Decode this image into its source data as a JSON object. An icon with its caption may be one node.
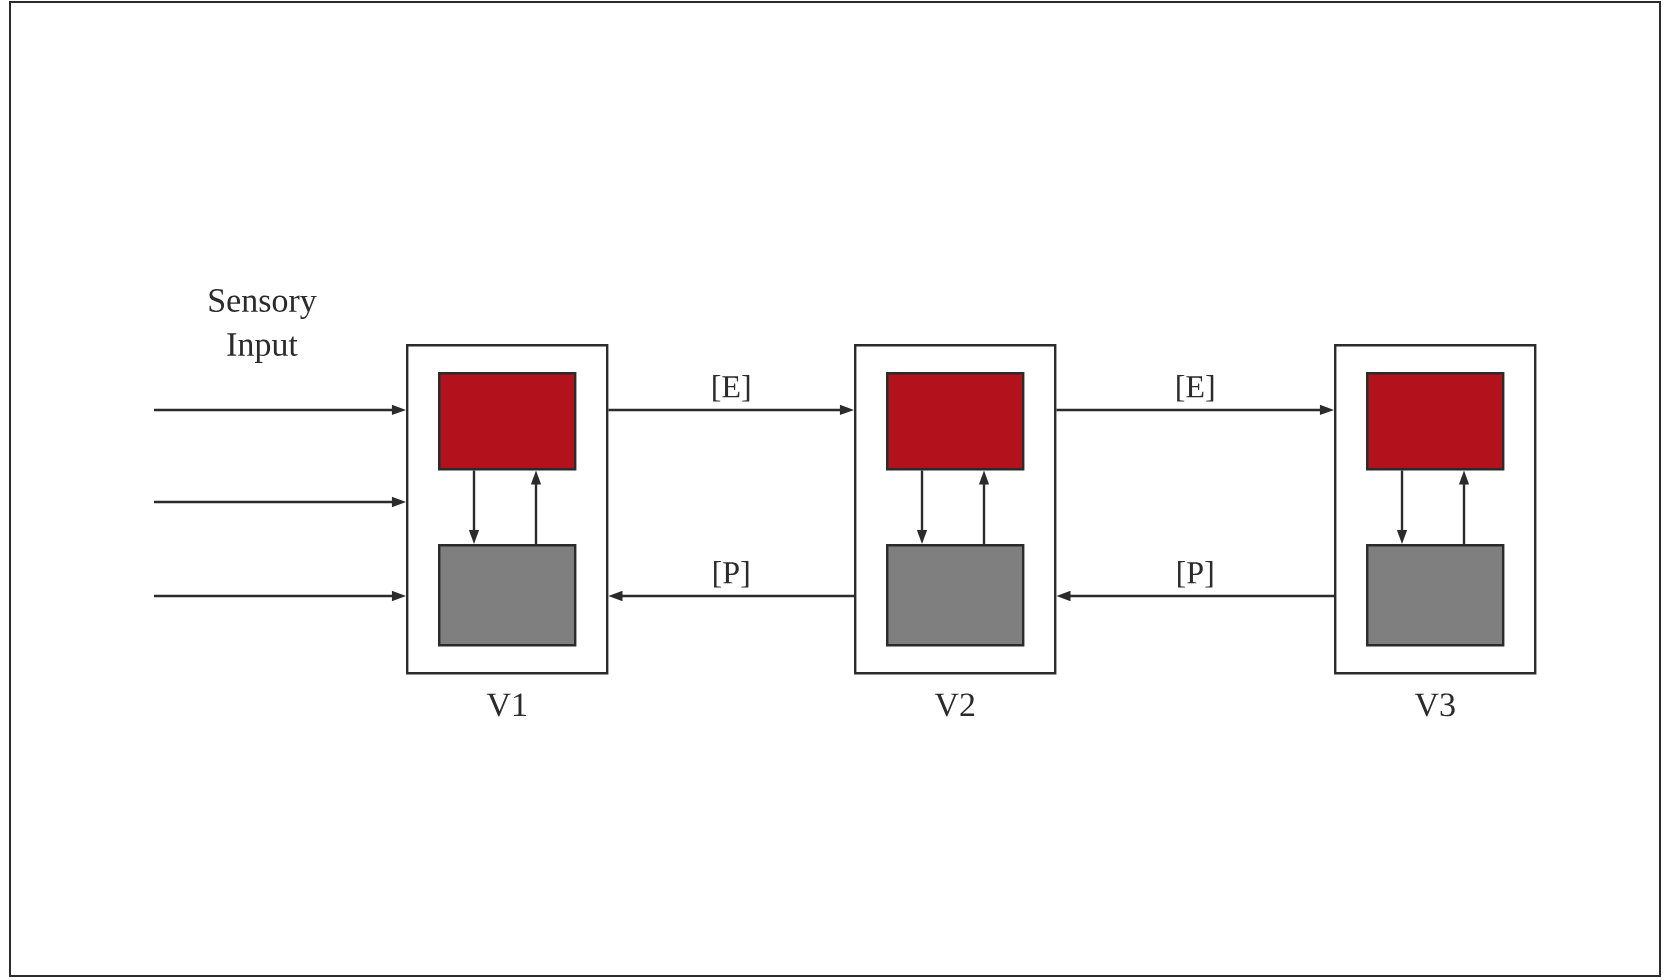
{
  "diagram": {
    "nodes": [
      {
        "text": [],
        "shape": "box",
        "beside": [
          "V1"
        ]
      },
      {
        "text": [],
        "shape": "box",
        "in": 0
      },
      {
        "text": [],
        "shape": "box",
        "in": 0
      },
      {
        "text": [],
        "shape": "box",
        "beside": [
          "V2"
        ]
      },
      {
        "text": [],
        "shape": "box",
        "in": 3
      },
      {
        "text": [],
        "shape": "box",
        "in": 3
      },
      {
        "text": [],
        "shape": "box",
        "beside": [
          "V3"
        ]
      },
      {
        "text": [],
        "shape": "box",
        "in": 6
      },
      {
        "text": [],
        "shape": "box",
        "in": 6
      }
    ],
    "edges": [
      {
        "from": null,
        "to": 0,
        "arrow": "to"
      },
      {
        "from": null,
        "to": 0,
        "arrow": "to"
      },
      {
        "from": null,
        "to": 0,
        "arrow": "to"
      },
      {
        "from": 1,
        "to": 2,
        "arrow": "to"
      },
      {
        "from": 2,
        "to": 1,
        "arrow": "to"
      },
      {
        "from": 0,
        "to": 3,
        "arrow": "to",
        "label": "[E]"
      },
      {
        "from": 3,
        "to": 6,
        "arrow": "to",
        "label": "[E]"
      },
      {
        "from": 3,
        "to": 0,
        "arrow": "to",
        "label": "[P]"
      },
      {
        "from": 6,
        "to": 3,
        "arrow": "to",
        "label": "[P]"
      },
      {
        "from": 4,
        "to": 5,
        "arrow": "to"
      },
      {
        "from": 5,
        "to": 4,
        "arrow": "to"
      },
      {
        "from": 7,
        "to": 8,
        "arrow": "to"
      },
      {
        "from": 8,
        "to": 7,
        "arrow": "to"
      }
    ],
    "labels": [
      "Sensory Input"
    ]
  }
}
